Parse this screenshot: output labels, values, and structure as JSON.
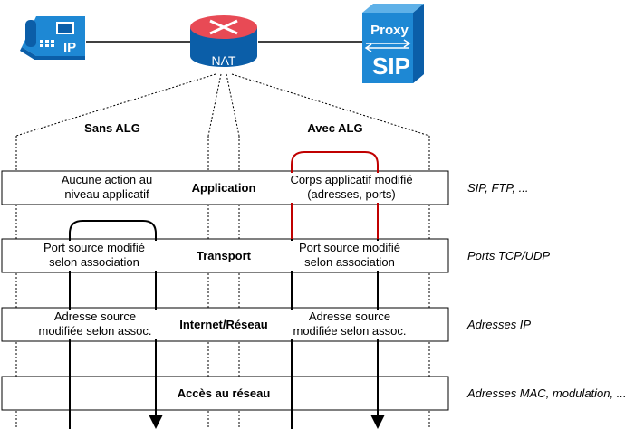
{
  "devices": {
    "phone_label": "IP",
    "nat_label": "NAT",
    "proxy_title": "Proxy",
    "proxy_label": "SIP"
  },
  "columns": {
    "without_alg": "Sans ALG",
    "with_alg": "Avec ALG"
  },
  "layers": [
    {
      "name": "Application",
      "left": [
        "Aucune action au",
        "niveau applicatif"
      ],
      "right": [
        "Corps applicatif modifié",
        "(adresses, ports)"
      ],
      "annotation": "SIP, FTP, ..."
    },
    {
      "name": "Transport",
      "left": [
        "Port source modifié",
        "selon association"
      ],
      "right": [
        "Port source modifié",
        "selon association"
      ],
      "annotation": "Ports TCP/UDP"
    },
    {
      "name": "Internet/Réseau",
      "left": [
        "Adresse source",
        "modifiée selon assoc."
      ],
      "right": [
        "Adresse source",
        "modifiée selon assoc."
      ],
      "annotation": "Adresses IP"
    },
    {
      "name": "Accès au réseau",
      "left": [],
      "right": [],
      "annotation": "Adresses MAC, modulation, ..."
    }
  ],
  "colors": {
    "device_blue": "#1e88d4",
    "device_dark": "#0b5ea8",
    "alg_path": "#c00000"
  }
}
